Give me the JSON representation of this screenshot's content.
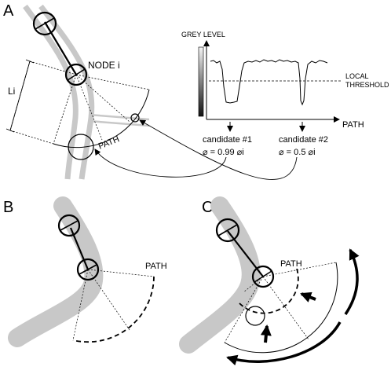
{
  "panels": {
    "a": {
      "letter": "A",
      "node_label": "NODE i",
      "length_label": "Li",
      "path_label": "PATH",
      "plot": {
        "y_axis_label": "GREY LEVEL",
        "x_axis_label": "PATH",
        "threshold_label_line1": "LOCAL",
        "threshold_label_line2": "THRESHOLD"
      },
      "candidates": [
        {
          "name": "candidate #1",
          "diameter_text": "⌀ = 0.99 ⌀i"
        },
        {
          "name": "candidate #2",
          "diameter_text": "⌀ = 0.5 ⌀i"
        }
      ]
    },
    "b": {
      "letter": "B",
      "path_label": "PATH"
    },
    "c": {
      "letter": "C",
      "path_label": "PATH"
    }
  },
  "colors": {
    "vessel": "#c8c8c8",
    "ink": "#000000"
  }
}
